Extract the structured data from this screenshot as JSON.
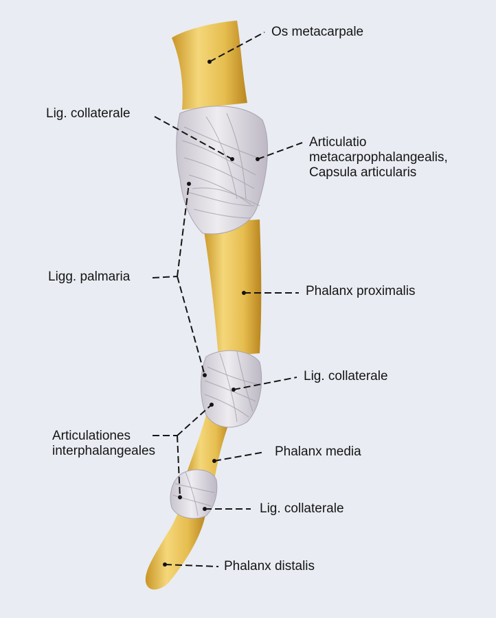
{
  "figure": {
    "background": "#e9ecf2",
    "bone_color": "#e9c257",
    "bone_shadow": "#c9962a",
    "ligament_color": "#dcd9e0",
    "ligament_stroke": "#9e9aa8"
  },
  "labels": {
    "os_metacarpale": "Os metacarpale",
    "lig_collaterale_top": "Lig. collaterale",
    "articulatio_mcp": [
      "Articulatio",
      "metacarpophalangealis,",
      "Capsula articularis"
    ],
    "ligg_palmaria": "Ligg. palmaria",
    "phalanx_proximalis": "Phalanx proximalis",
    "lig_collaterale_middle": "Lig. collaterale",
    "articulationes_ip": [
      "Articulationes",
      "interphalangeales"
    ],
    "phalanx_media": "Phalanx media",
    "lig_collaterale_bottom": "Lig. collaterale",
    "phalanx_distalis": "Phalanx distalis"
  }
}
